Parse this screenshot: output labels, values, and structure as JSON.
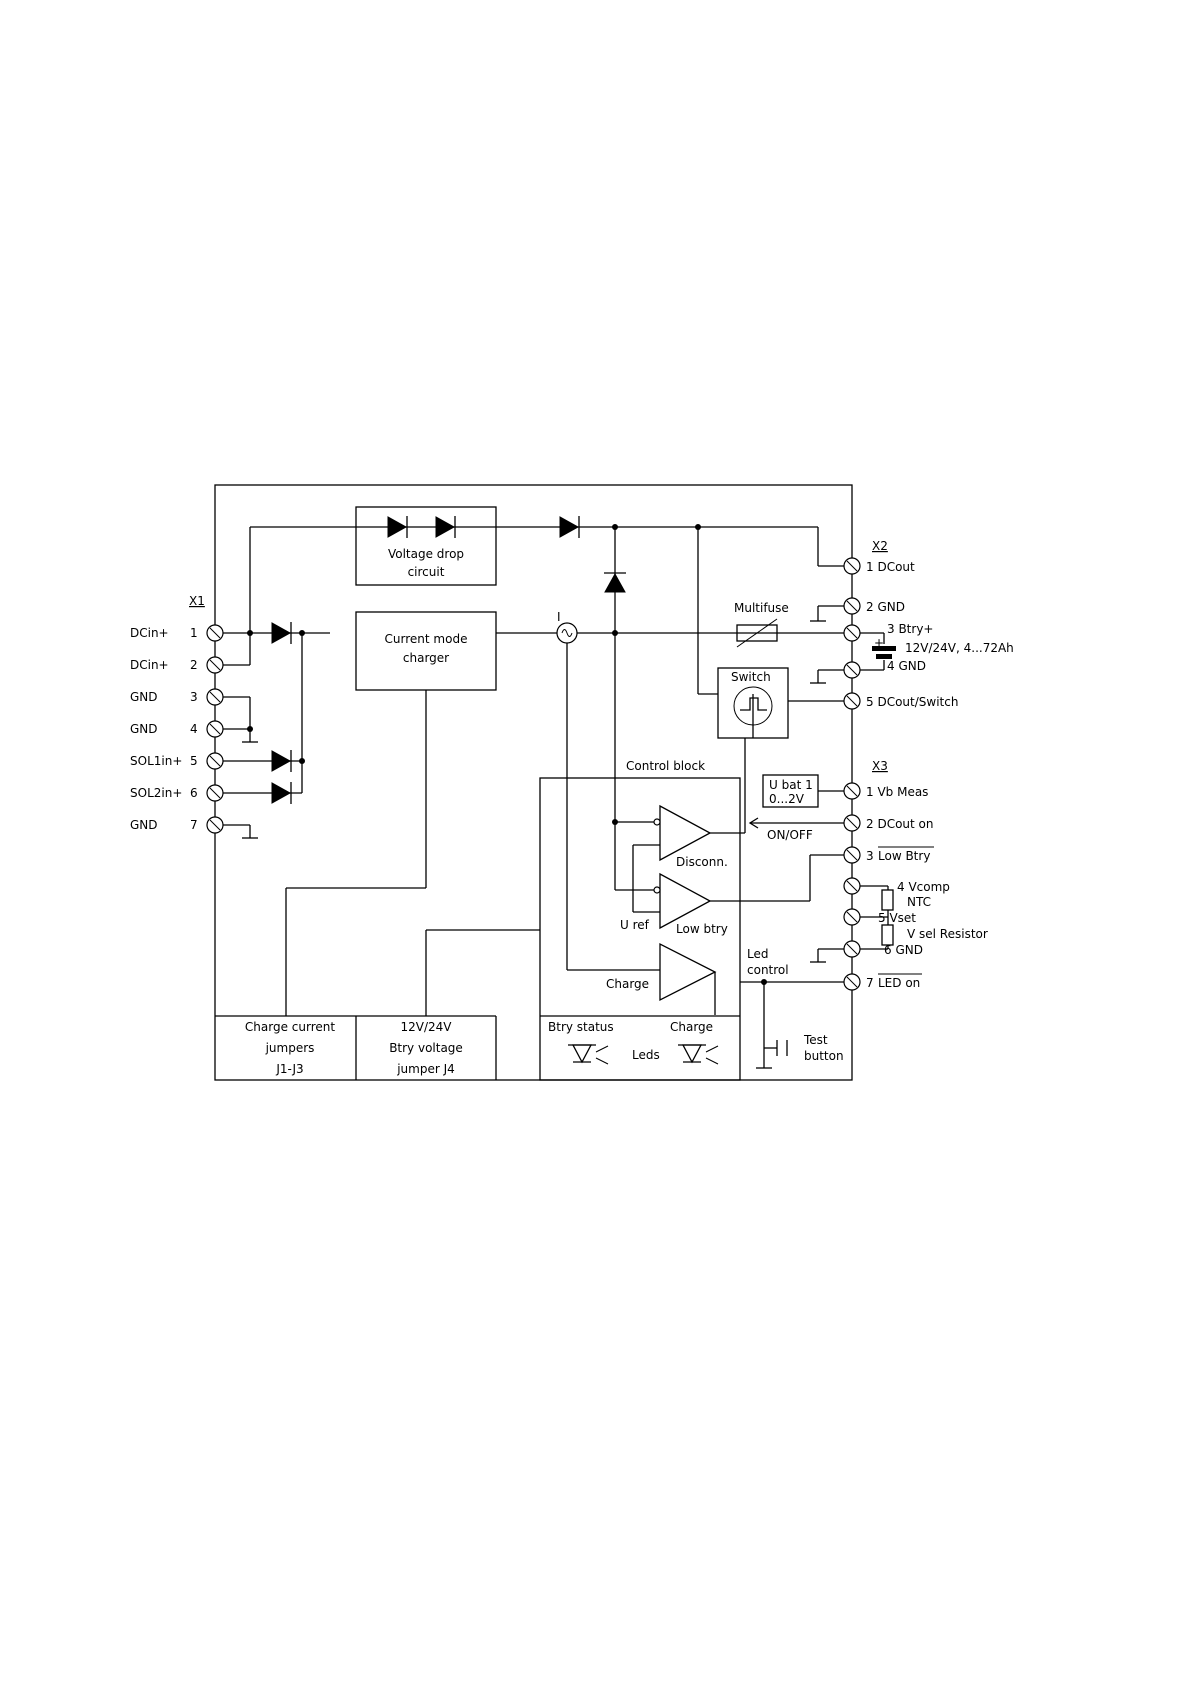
{
  "x1": {
    "label": "X1",
    "pins": [
      {
        "name": "DCin+",
        "num": "1"
      },
      {
        "name": "DCin+",
        "num": "2"
      },
      {
        "name": "GND",
        "num": "3"
      },
      {
        "name": "GND",
        "num": "4"
      },
      {
        "name": "SOL1in+",
        "num": "5"
      },
      {
        "name": "SOL2in+",
        "num": "6"
      },
      {
        "name": "GND",
        "num": "7"
      }
    ]
  },
  "x2": {
    "label": "X2",
    "pins": [
      "1 DCout",
      "2 GND",
      "3 Btry+",
      "4 GND",
      "5 DCout/Switch"
    ],
    "battery_spec": "12V/24V, 4...72Ah",
    "battery_plus": "+"
  },
  "x3": {
    "label": "X3",
    "pins": [
      "1 Vb Meas",
      "2 DCout on",
      "3",
      "Low Btry",
      "4 Vcomp",
      "5 Vset",
      "6 GND",
      "7",
      "LED on"
    ],
    "ntc": "NTC",
    "vsel": "V sel Resistor"
  },
  "blocks": {
    "voltage_drop": [
      "Voltage drop",
      "circuit"
    ],
    "charger": [
      "Current mode",
      "charger"
    ],
    "multifuse": "Multifuse",
    "switch": "Switch",
    "current_sense": "I",
    "control_block": "Control block",
    "ubat": [
      "U bat 1",
      "0...2V"
    ],
    "on_off": "ON/OFF",
    "disconn": "Disconn.",
    "uref": "U ref",
    "low_btry": "Low btry",
    "charge_amp": "Charge",
    "led_control": [
      "Led",
      "control"
    ],
    "test_button": [
      "Test",
      "button"
    ],
    "charge_jumpers": [
      "Charge current",
      "jumpers",
      "J1-J3"
    ],
    "voltage_jumper": [
      "12V/24V",
      "Btry voltage",
      "jumper J4"
    ],
    "leds": {
      "btry_status": "Btry status",
      "charge": "Charge",
      "leds": "Leds"
    }
  }
}
